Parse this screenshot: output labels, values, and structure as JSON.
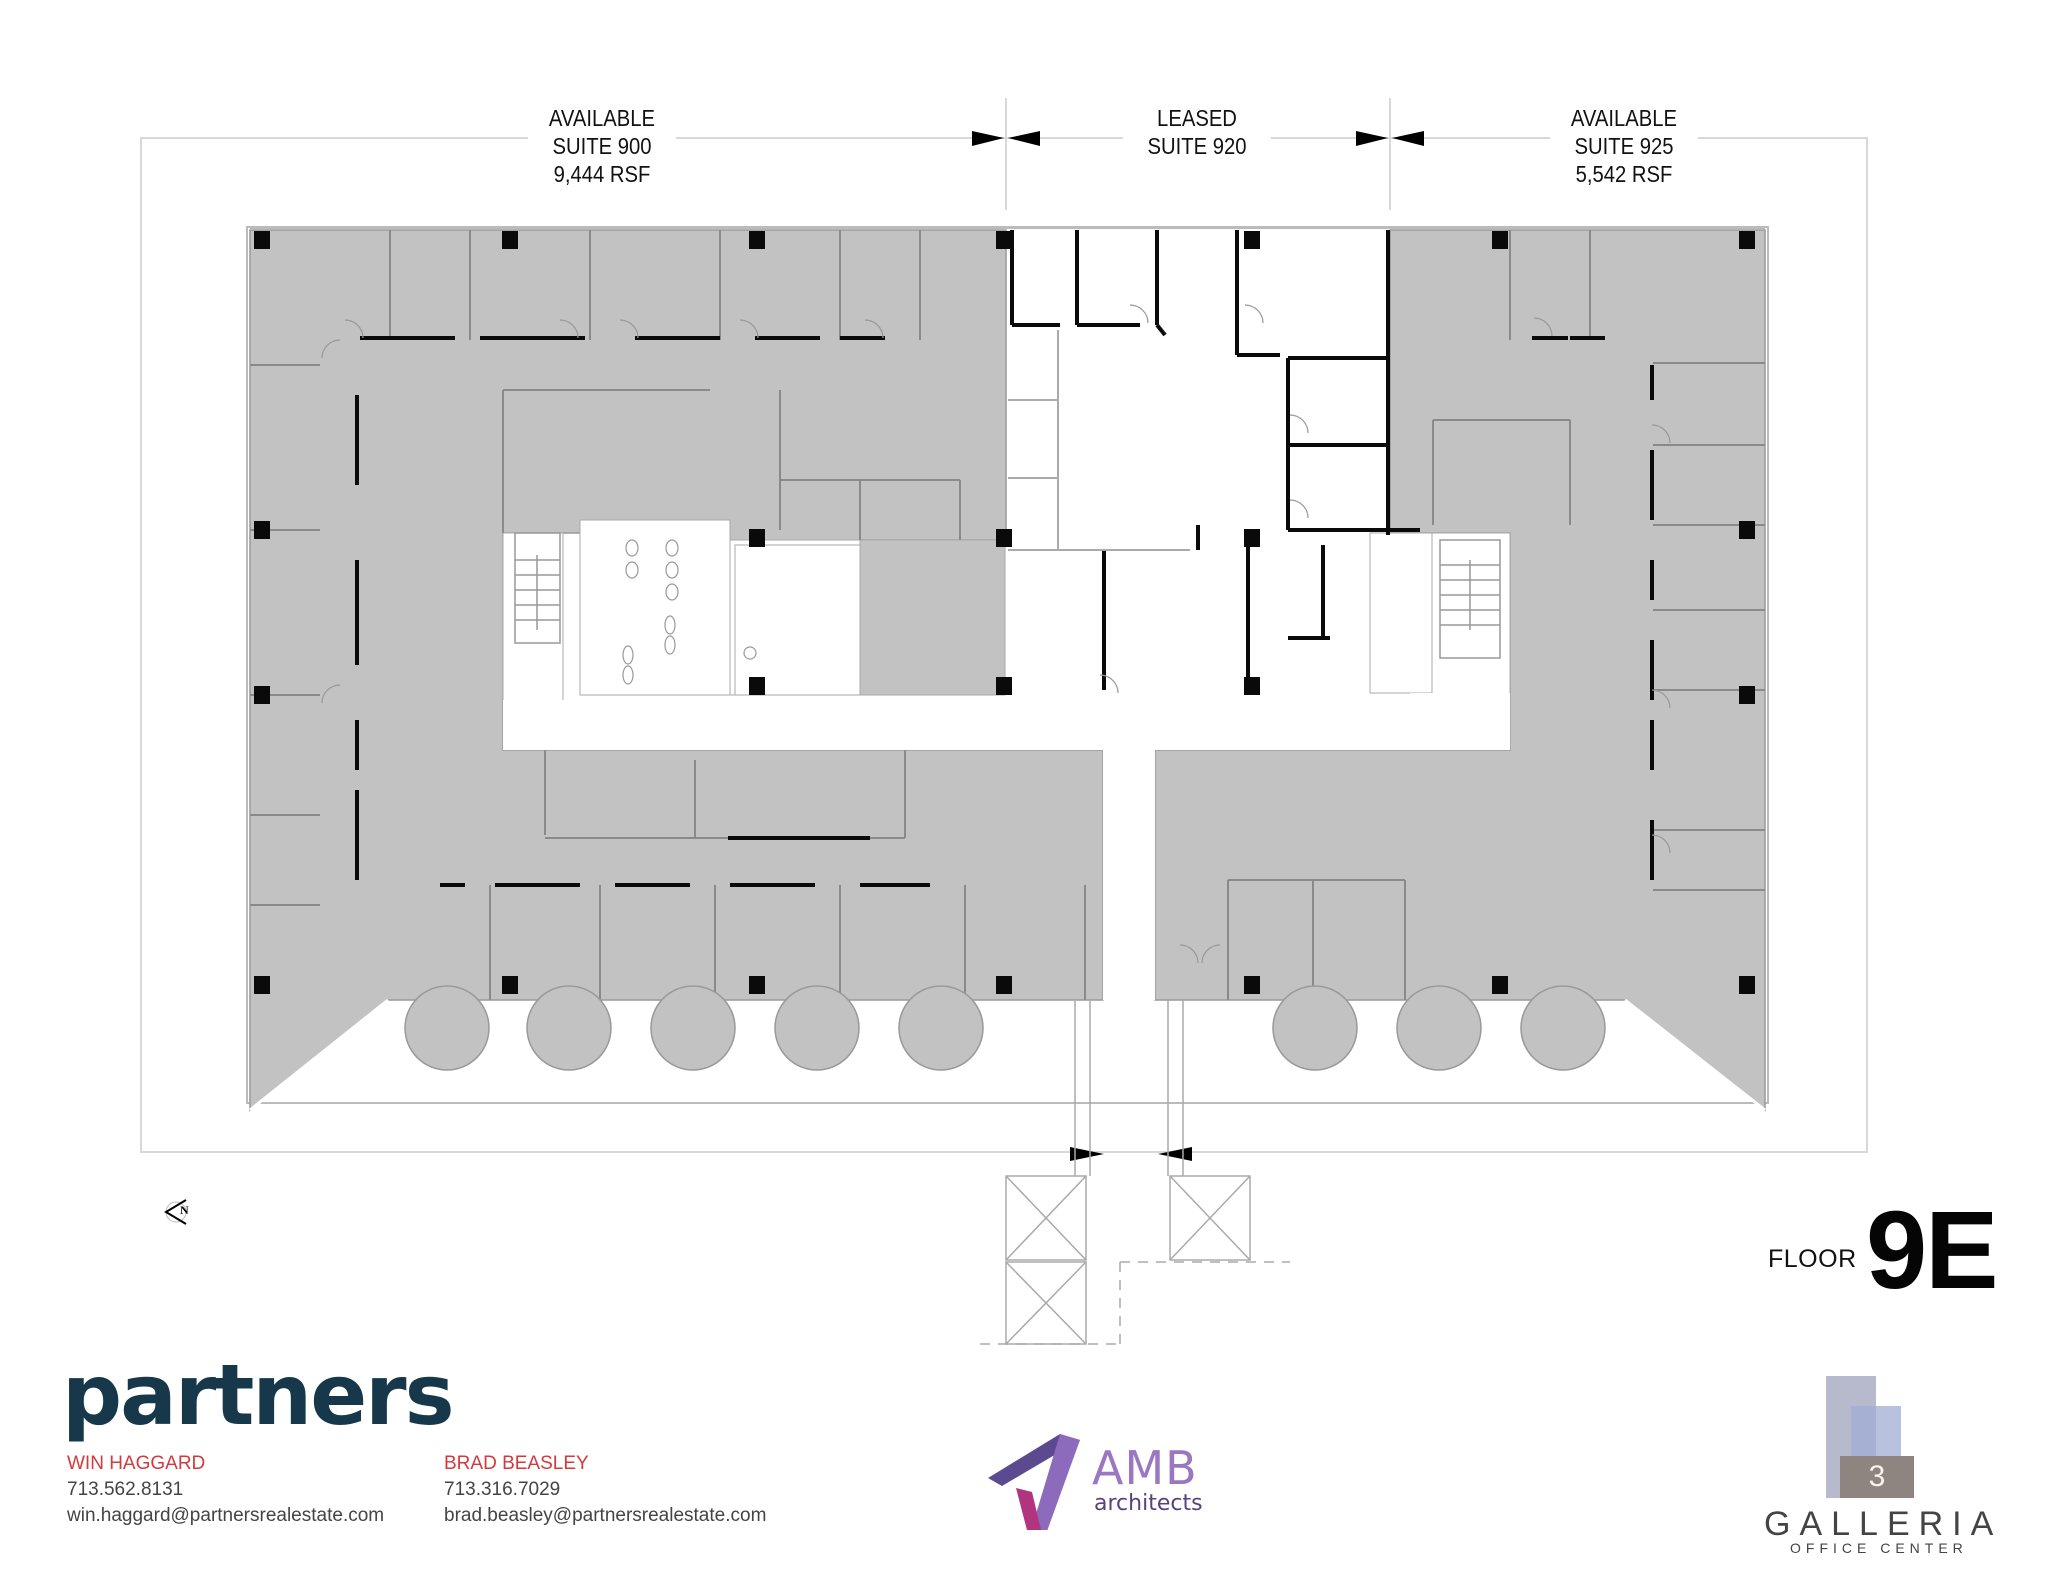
{
  "floor_plan": {
    "floor_label": "FLOOR",
    "floor_number": "9E",
    "suites": [
      {
        "status": "AVAILABLE",
        "suite": "SUITE 900",
        "area": "9,444 RSF",
        "fill": "#c2c2c2"
      },
      {
        "status": "LEASED",
        "suite": "SUITE 920",
        "fill": "#ffffff"
      },
      {
        "status": "AVAILABLE",
        "suite": "SUITE 925",
        "area": "5,542 RSF",
        "fill": "#c2c2c2"
      }
    ],
    "north_arrow_label": "N",
    "colors": {
      "available_fill": "#c2c2c2",
      "column": "#0a0a0a",
      "wall_thin": "#8a8a8a",
      "dimension_line": "#d8d8d8"
    }
  },
  "broker": {
    "logo_text": "partners",
    "contacts": [
      {
        "name": "WIN HAGGARD",
        "phone": "713.562.8131",
        "email": "win.haggard@partnersrealestate.com"
      },
      {
        "name": "BRAD BEASLEY",
        "phone": "713.316.7029",
        "email": "brad.beasley@partnersrealestate.com"
      }
    ],
    "colors": {
      "logo": "#16384a",
      "name": "#d23a3d",
      "text": "#444444"
    }
  },
  "architect": {
    "logo_title": "AMB",
    "logo_subtitle": "architects",
    "colors": {
      "primary": "#9a77c0",
      "dark": "#55447c",
      "accent": "#b0357e"
    }
  },
  "building": {
    "logo_number": "3",
    "logo_title": "GALLERIA",
    "logo_subtitle": "OFFICE CENTER",
    "colors": {
      "tower_light": "#b7b9cc",
      "tower_blue": "#a9b4d4",
      "base": "#8e8580"
    }
  }
}
